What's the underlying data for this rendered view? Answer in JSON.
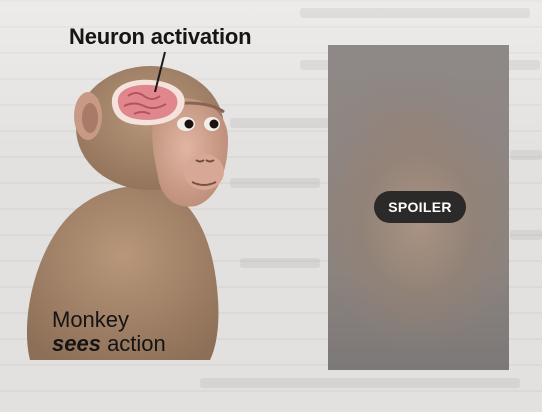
{
  "figure": {
    "annotation_label": "Neuron activation",
    "caption": {
      "line1": "Monkey",
      "line2_emphasis": "sees",
      "line2_rest": " action"
    }
  },
  "spoiler": {
    "label": "SPOILER"
  },
  "colors": {
    "background": "#e3e1df",
    "badge_background": "#2b2a29",
    "badge_text": "#ffffff",
    "brain_pink": "#e0868c"
  }
}
